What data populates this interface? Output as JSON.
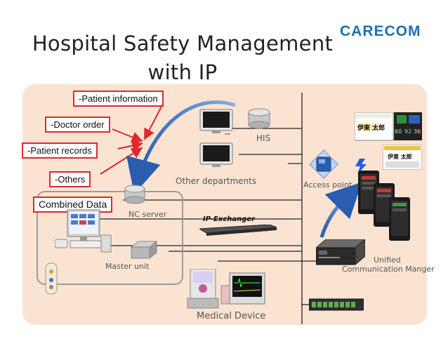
{
  "header": {
    "title_line1": "Hospital Safety Management",
    "title_line2": "with IP",
    "brand": "CARECOM"
  },
  "callouts": [
    {
      "id": "patient-information",
      "label": "-Patient information"
    },
    {
      "id": "doctor-order",
      "label": "-Doctor order"
    },
    {
      "id": "patient-records",
      "label": "-Patient records"
    },
    {
      "id": "others",
      "label": "-Others"
    },
    {
      "id": "combined-data",
      "label": "Combined Data"
    }
  ],
  "labels": {
    "his": "HIS",
    "other_departments": "Other departments",
    "access_point": "Access point",
    "nc_server": "NC server",
    "ip_exchanger": "IP-Exchanger",
    "master_unit": "Master unit",
    "unified_line1": "Unified",
    "unified_line2": "Communication Manger",
    "medical_device": "Medical Device"
  },
  "phone_screen": {
    "name": "伊東 太郎",
    "vitals": [
      "60",
      "92",
      "36"
    ]
  },
  "colors": {
    "panel": "#fbe3d2",
    "callout_border": "#e0282e",
    "arrow_red": "#e0282e",
    "arrow_blue": "#2a5db0",
    "brand": "#1f6fb5"
  }
}
